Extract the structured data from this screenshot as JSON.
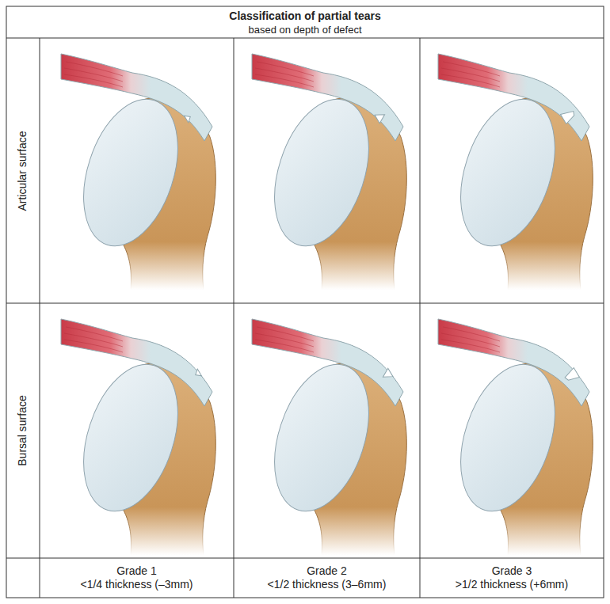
{
  "diagram": {
    "nodes": [
      {
        "text": [
          "Classification of partial tears",
          "based on depth of defect"
        ]
      },
      {
        "text": [
          "Articular surface"
        ]
      },
      {
        "text": [
          "Bursal surface"
        ]
      },
      {
        "text": [
          "Grade 1",
          "<1/4 thickness (–3mm)"
        ]
      },
      {
        "text": [
          "Grade 2",
          "<1/2 thickness (3–6mm)"
        ]
      },
      {
        "text": [
          "Grade 3",
          ">1/2 thickness (+6mm)"
        ]
      }
    ]
  }
}
